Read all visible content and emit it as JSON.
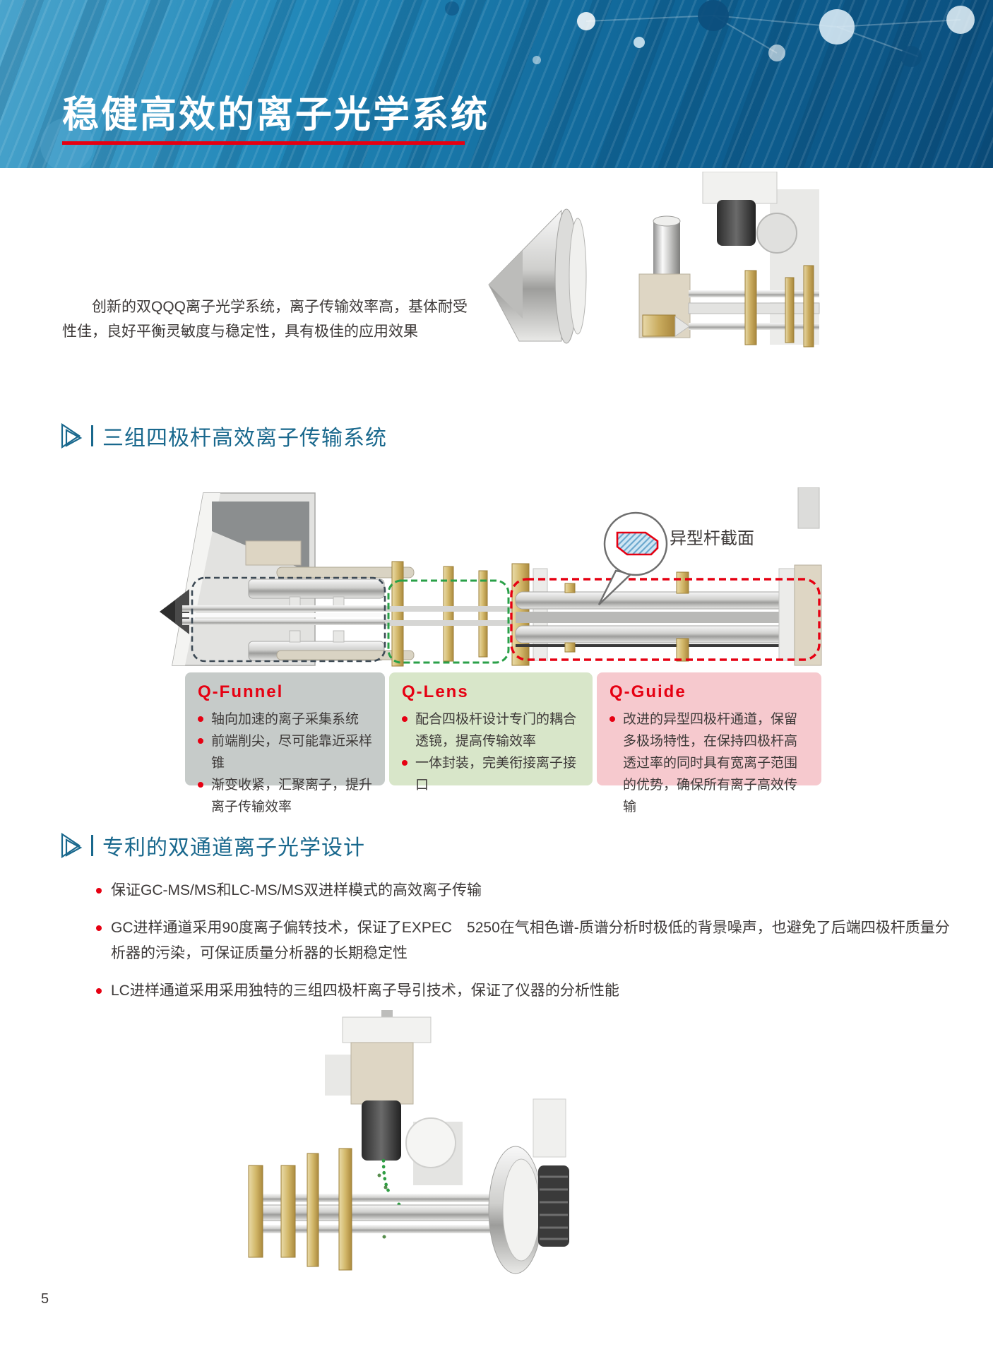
{
  "banner": {
    "title": "稳健高效的离子光学系统"
  },
  "intro": {
    "text": "创新的双QQQ离子光学系统，离子传输效率高，基体耐受性佳，良好平衡灵敏度与稳定性，具有极佳的应用效果"
  },
  "section1": {
    "title": "三组四极杆高效离子传输系统",
    "diagram": {
      "callout_label": "异型杆截面"
    },
    "boxes": [
      {
        "title": "Q-Funnel",
        "bullets": [
          "轴向加速的离子采集系统",
          "前端削尖，尽可能靠近采样锥",
          "渐变收紧，汇聚离子，提升离子传输效率"
        ]
      },
      {
        "title": "Q-Lens",
        "bullets": [
          "配合四极杆设计专门的耦合透镜，提高传输效率",
          "一体封装，完美衔接离子接口"
        ]
      },
      {
        "title": "Q-Guide",
        "bullets": [
          "改进的异型四极杆通道，保留多极场特性，在保持四极杆高透过率的同时具有宽离子范围的优势，确保所有离子高效传输"
        ]
      }
    ]
  },
  "section2": {
    "title": "专利的双通道离子光学设计",
    "bullets": [
      "保证GC-MS/MS和LC-MS/MS双进样模式的高效离子传输",
      "GC进样通道采用90度离子偏转技术，保证了EXPEC　5250在气相色谱-质谱分析时极低的背景噪声，也避免了后端四极杆质量分析器的污染，可保证质量分析器的长期稳定性",
      "LC进样通道采用采用独特的三组四极杆离子导引技术，保证了仪器的分析性能"
    ]
  },
  "page_number": "5",
  "colors": {
    "accent_red": "#e60012",
    "heading_teal": "#19688d",
    "banner_blue": "#1d7db1",
    "box_funnel_bg": "#c6cbc9",
    "box_lens_bg": "#d8e6c9",
    "box_guide_bg": "#f6c9ce"
  }
}
